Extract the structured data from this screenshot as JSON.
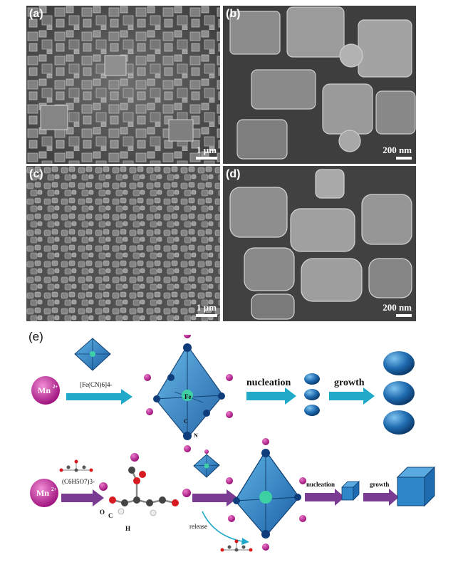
{
  "panels": {
    "a": {
      "label": "(a)",
      "scale": "1 μm"
    },
    "b": {
      "label": "(b)",
      "scale": "200 nm"
    },
    "c": {
      "label": "(c)",
      "scale": "1 μm"
    },
    "d": {
      "label": "(d)",
      "scale": "200 nm"
    }
  },
  "scheme": {
    "label": "(e)",
    "row1": {
      "mn_label": "Mn",
      "mn_charge": "2+",
      "reagent": "[Fe(CN)6]4-",
      "fe": "Fe",
      "c_atom": "C",
      "n_atom": "N",
      "step1": "nucleation",
      "step2": "growth"
    },
    "row2": {
      "mn_label": "Mn",
      "mn_charge": "2+",
      "reagent": "(C6H5O7)3-",
      "o_atom": "O",
      "c_atom": "C",
      "h_atom": "H",
      "release": "release",
      "step1": "nucleation",
      "step2": "growth"
    }
  },
  "colors": {
    "sem_bg": "#4a4a4a",
    "magenta": "#c0269a",
    "blue_dark": "#1d5c9b",
    "cyan_arrow": "#20a9c9",
    "purple_arrow": "#7a3c93",
    "cube_blue": "#2f86c9"
  }
}
